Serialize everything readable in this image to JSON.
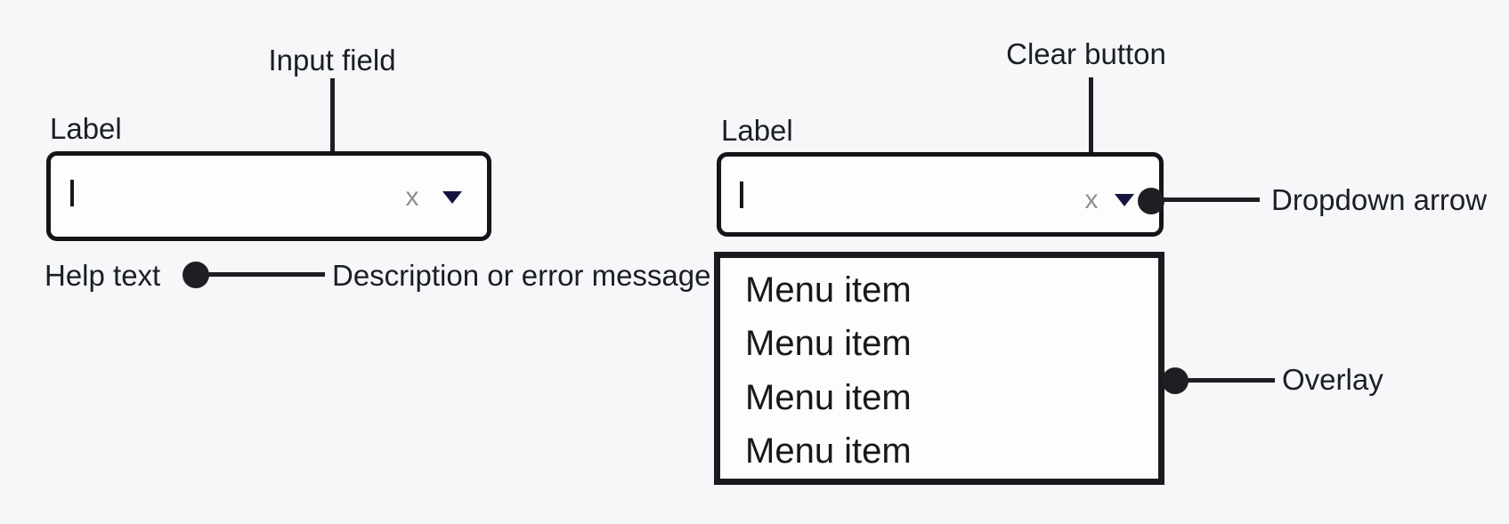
{
  "left_combobox": {
    "label": "Label",
    "input_value": "",
    "help_text": "Help text",
    "icons": {
      "clear": "x",
      "dropdown": "dropdown-triangle"
    },
    "annotations": {
      "input_field": "Input field",
      "help": "Description or error message"
    }
  },
  "right_combobox": {
    "label": "Label",
    "input_value": "",
    "icons": {
      "clear": "x",
      "dropdown": "dropdown-triangle"
    },
    "annotations": {
      "clear_button": "Clear button",
      "dropdown_arrow": "Dropdown arrow",
      "overlay": "Overlay"
    },
    "menu_items": [
      "Menu item",
      "Menu item",
      "Menu item",
      "Menu item"
    ]
  },
  "colors": {
    "background": "#f6f7f9",
    "surface": "#fdfdfe",
    "ink": "#1b1e24",
    "box_border": "#141518",
    "clear_icon_gray": "#8c9097",
    "dropdown_navy": "#14143f"
  }
}
